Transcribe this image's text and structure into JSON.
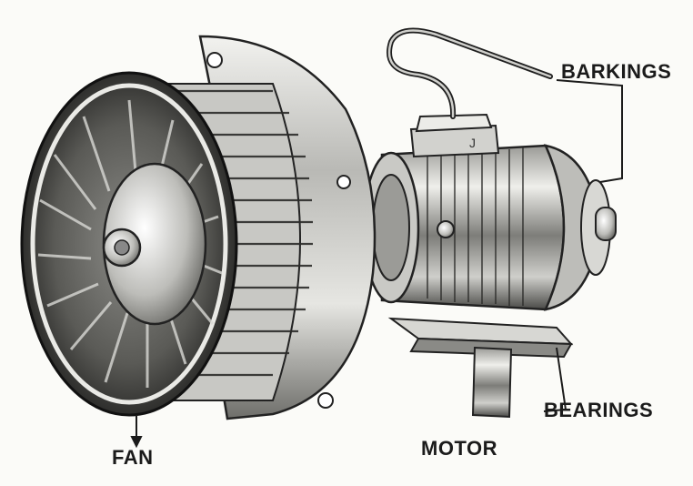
{
  "labels": {
    "barkings": "BARKINGS",
    "bearings": "BEARINGS",
    "fan": "FAN",
    "motor": "MOTOR"
  },
  "colors": {
    "background": "#fbfbf8",
    "ink": "#1b1b1b",
    "metal_light": "#dcdcd8",
    "metal_dark": "#3c3c3c"
  }
}
